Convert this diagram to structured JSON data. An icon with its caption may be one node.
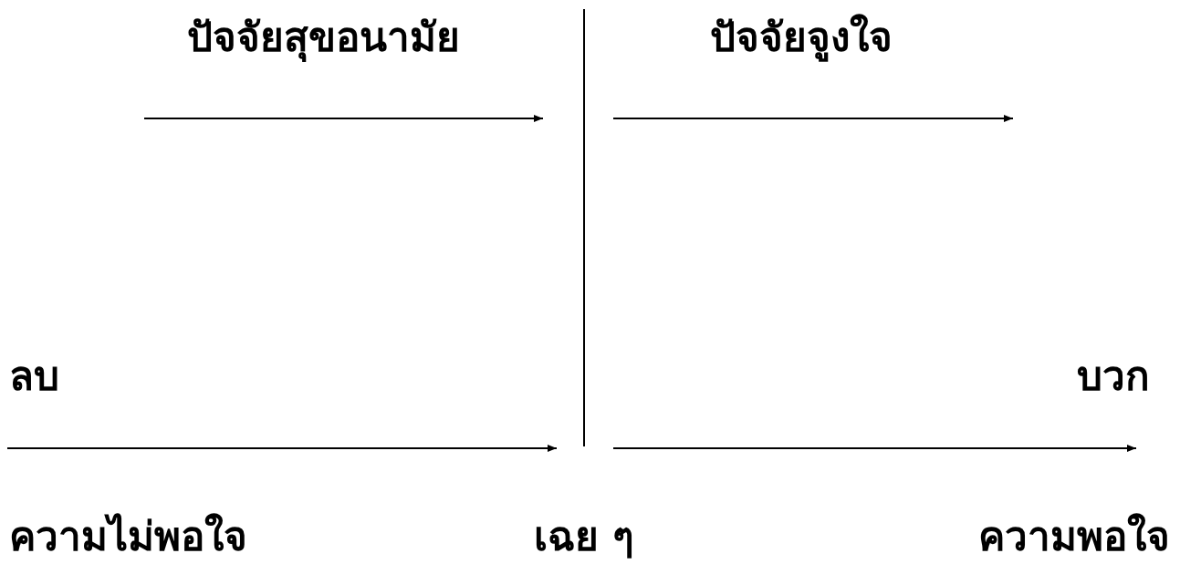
{
  "diagram": {
    "labels": [
      "ปัจจัยสุขอนามัย",
      "ปัจจัยจูงใจ",
      "ลบ",
      "บวก",
      "ความไม่พอใจ",
      "เฉย ๆ",
      "ความพอใจ"
    ]
  }
}
